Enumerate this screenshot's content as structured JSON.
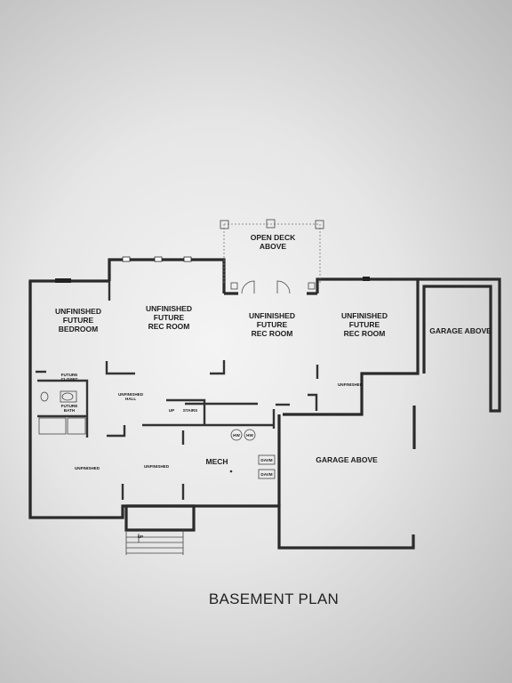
{
  "plan": {
    "title": "BASEMENT PLAN",
    "deck": {
      "label_line1": "OPEN DECK",
      "label_line2": "ABOVE"
    },
    "rooms": {
      "bedroom": [
        "UNFINISHED",
        "FUTURE",
        "BEDROOM"
      ],
      "rec_left": [
        "UNFINISHED",
        "FUTURE",
        "REC ROOM"
      ],
      "rec_center": [
        "UNFINISHED",
        "FUTURE",
        "REC ROOM"
      ],
      "rec_right": [
        "UNFINISHED",
        "FUTURE",
        "REC ROOM"
      ],
      "garage_top": "GARAGE ABOVE",
      "garage_bottom": "GARAGE ABOVE",
      "mech": "MECH"
    },
    "small_labels": {
      "closet": [
        "FUTURE",
        "CLOSET"
      ],
      "bath": [
        "FUTURE",
        "BATH"
      ],
      "hall": [
        "UNFINISHED",
        "HALL"
      ],
      "unfinished_right": "UNFINISHED",
      "unfinished_left": "UNFINISHED",
      "unfinished_mid": "UNFINISHED",
      "up": "UP",
      "stairs": "STAIRS",
      "hw1": "HW",
      "hw2": "HW",
      "davm1": "DAVM",
      "davm2": "DAVM",
      "up_bottom": "UP"
    }
  }
}
